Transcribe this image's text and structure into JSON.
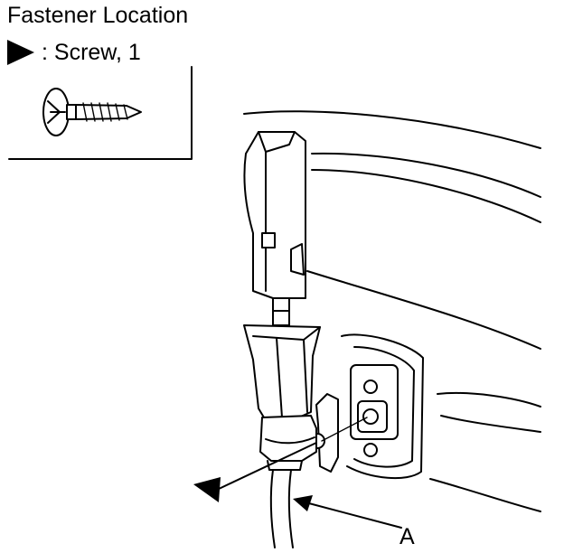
{
  "title": "Fastener Location",
  "legend": {
    "label": ": Screw, 1",
    "marker_icon": "black-triangle-marker-icon",
    "part_icon": "screw-icon"
  },
  "callouts": {
    "a_label": "A"
  },
  "colors": {
    "ink": "#000000",
    "background": "#ffffff"
  }
}
